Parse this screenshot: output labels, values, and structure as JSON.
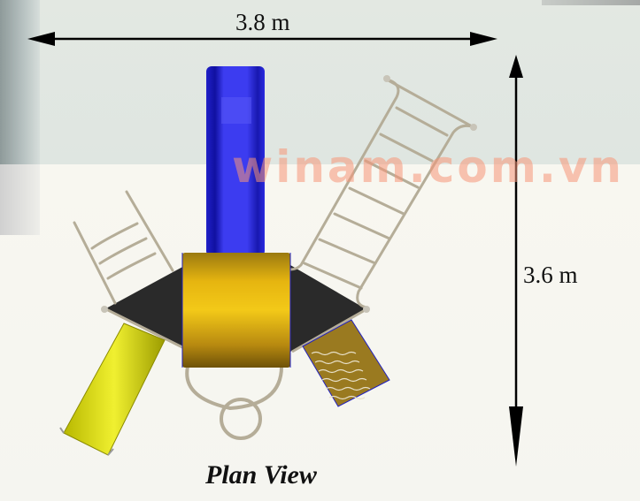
{
  "diagram": {
    "title": "Plan View",
    "dimensions": {
      "width": {
        "label": "3.8 m",
        "orientation": "horizontal"
      },
      "depth": {
        "label": "3.6 m",
        "orientation": "vertical"
      }
    },
    "watermark": "winam.com.vn",
    "components": [
      {
        "name": "central-tube-platform",
        "color": "#e0b010"
      },
      {
        "name": "straight-slide",
        "color": "#2a2ae0"
      },
      {
        "name": "small-slide",
        "color": "#d8d820"
      },
      {
        "name": "long-ladder",
        "color": "#b5ad98"
      },
      {
        "name": "short-ladder",
        "color": "#b5ad98"
      },
      {
        "name": "wavy-climbing-panel",
        "color": "#9a7a20"
      },
      {
        "name": "triangular-decks",
        "color": "#2a2a2a"
      },
      {
        "name": "ring-hoops",
        "color": "#b5ad98"
      }
    ]
  }
}
